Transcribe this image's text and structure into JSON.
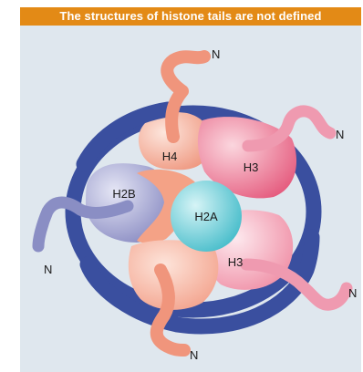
{
  "title": "The structures of histone tails are not defined",
  "histones": {
    "h4": "H4",
    "h3_top": "H3",
    "h2b": "H2B",
    "h2a": "H2A",
    "h3_bottom": "H3"
  },
  "tail_terminus": {
    "h4_top": "N",
    "h3_top": "N",
    "h2b_left": "N",
    "h3_bottom": "N",
    "h2a_bottom": "N"
  },
  "colors": {
    "banner": "#e38a16",
    "panel": "#dfe7ee",
    "dna": "#3f56a8",
    "h4": "#f09a82",
    "h3": "#e8637f",
    "h2b": "#8d8fc6",
    "h2a": "#5cc4d0",
    "tail_salmon": "#f0957c",
    "tail_pink": "#ef9ab0",
    "tail_violet": "#8a8ec4"
  }
}
